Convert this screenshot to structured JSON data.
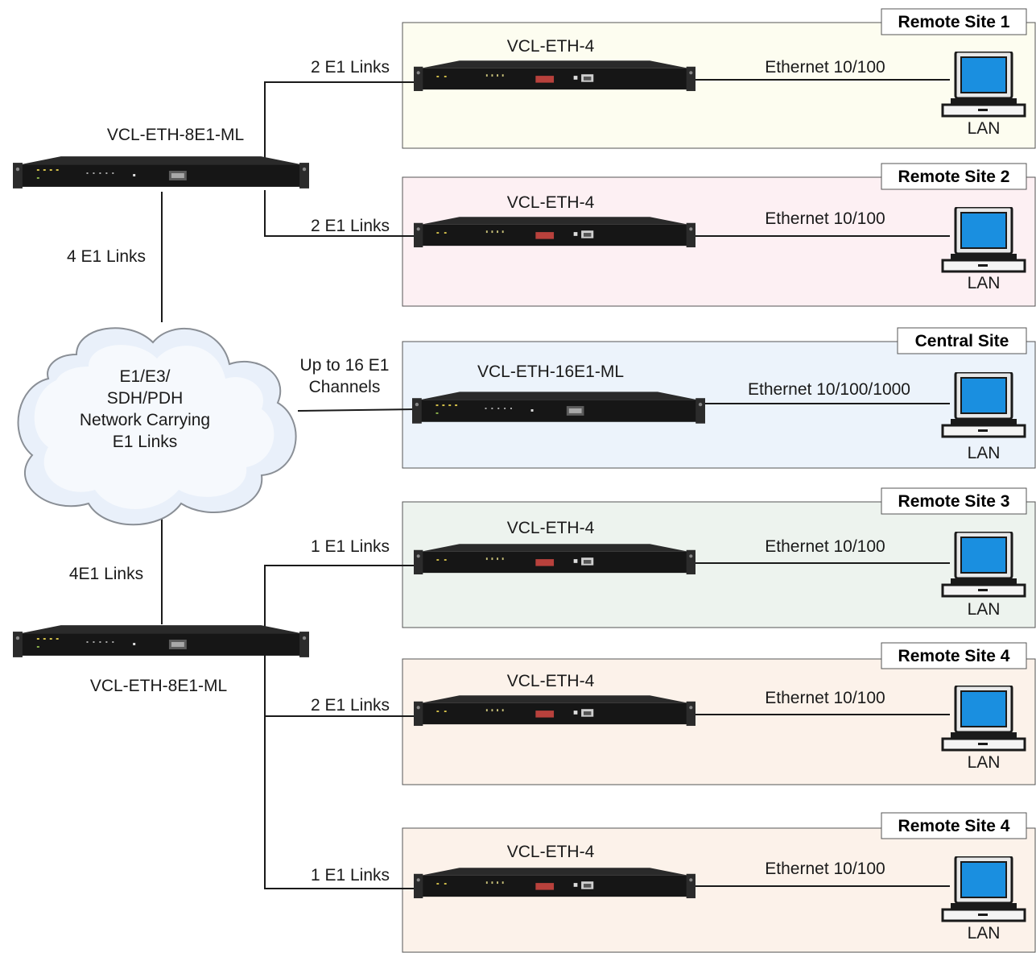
{
  "sites": [
    {
      "tag": "Remote Site 1",
      "device": "VCL-ETH-4",
      "ethernet": "Ethernet 10/100",
      "lan": "LAN",
      "link": "2 E1 Links",
      "fill": "#fdfdf0"
    },
    {
      "tag": "Remote Site 2",
      "device": "VCL-ETH-4",
      "ethernet": "Ethernet 10/100",
      "lan": "LAN",
      "link": "2 E1 Links",
      "fill": "#fdf0f3"
    },
    {
      "tag": "Central Site",
      "device": "VCL-ETH-16E1-ML",
      "ethernet": "Ethernet 10/100/1000",
      "lan": "LAN",
      "link_line1": "Up to 16 E1",
      "link_line2": "Channels",
      "fill": "#ecf3fb"
    },
    {
      "tag": "Remote Site 3",
      "device": "VCL-ETH-4",
      "ethernet": "Ethernet 10/100",
      "lan": "LAN",
      "link": "1 E1 Links",
      "fill": "#edf3ee"
    },
    {
      "tag": "Remote Site 4",
      "device": "VCL-ETH-4",
      "ethernet": "Ethernet 10/100",
      "lan": "LAN",
      "link": "2 E1 Links",
      "fill": "#fcf2ea"
    },
    {
      "tag": "Remote Site 4",
      "device": "VCL-ETH-4",
      "ethernet": "Ethernet 10/100",
      "lan": "LAN",
      "link": "1 E1 Links",
      "fill": "#fcf2ea"
    }
  ],
  "aggregators": [
    {
      "device": "VCL-ETH-8E1-ML",
      "uplink": "4 E1 Links"
    },
    {
      "device": "VCL-ETH-8E1-ML",
      "uplink": "4E1 Links"
    }
  ],
  "cloud": {
    "lines": [
      "E1/E3/",
      "SDH/PDH",
      "Network Carrying",
      "E1 Links"
    ],
    "fill": "#e9f0fa"
  },
  "icons": {
    "device": "rack-unit-icon",
    "computer": "computer-icon",
    "cloud": "network-cloud-icon"
  },
  "colors": {
    "screen": "#1a8fe0",
    "device": "#141414"
  }
}
